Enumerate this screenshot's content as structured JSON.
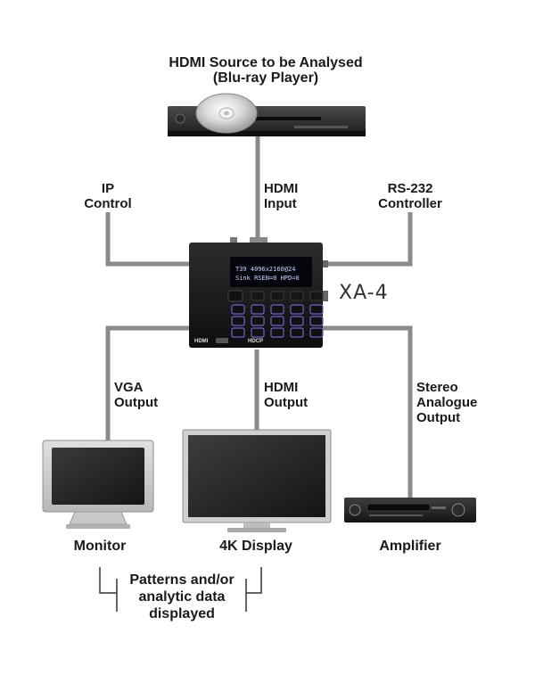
{
  "source": {
    "title_line1": "HDMI Source to be Analysed",
    "title_line2": "(Blu-ray Player)"
  },
  "labels": {
    "ip_control_line1": "IP",
    "ip_control_line2": "Control",
    "hdmi_input_line1": "HDMI",
    "hdmi_input_line2": "Input",
    "rs232_line1": "RS-232",
    "rs232_line2": "Controller",
    "vga_output_line1": "VGA",
    "vga_output_line2": "Output",
    "hdmi_output_line1": "HDMI",
    "hdmi_output_line2": "Output",
    "stereo_line1": "Stereo",
    "stereo_line2": "Analogue",
    "stereo_line3": "Output"
  },
  "device": {
    "name": "XA-4",
    "lcd_line1": "T39 4096x2160@24",
    "lcd_line2": "Sink RSEN=0  HPD=0",
    "logo_text": "HDMI",
    "hdcp_text": "HDCP"
  },
  "outputs": {
    "monitor": "Monitor",
    "display_4k": "4K Display",
    "amplifier": "Amplifier"
  },
  "note": {
    "line1": "Patterns and/or",
    "line2": "analytic data",
    "line3": "displayed"
  },
  "colors": {
    "wire": "#8a8a8a",
    "device_body": "#151515",
    "key_outline": "#6d63c9"
  }
}
